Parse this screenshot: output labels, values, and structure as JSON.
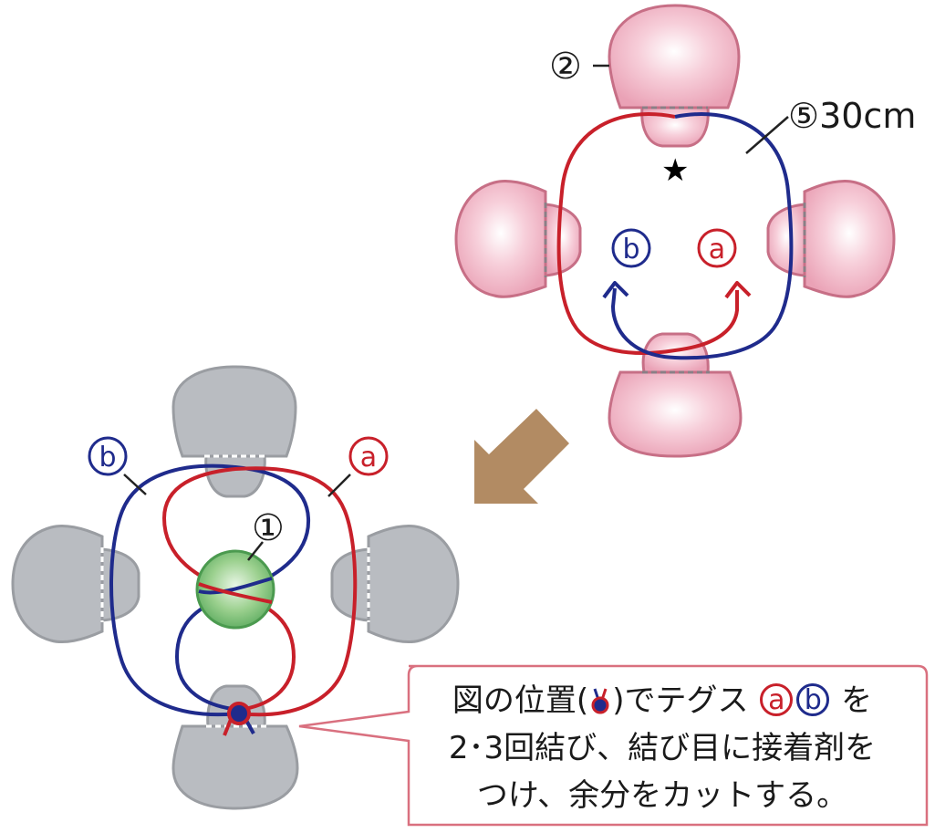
{
  "labels": {
    "bead2": "②",
    "tegusu": "⑤30cm",
    "star": "★",
    "a": "a",
    "b": "b",
    "bead1": "①"
  },
  "callout": {
    "line1_pre": "図の位置(",
    "line1_mid": ")でテグス",
    "line1_post": "を",
    "line2": "2･3回結び、結び目に接着剤を",
    "line3": "つけ、余分をカットする。"
  },
  "colors": {
    "strand_a": "#c8202a",
    "strand_b": "#1f2b8c",
    "petal_pink": "#f2b6c6",
    "petal_gray": "#b9bcc1",
    "center_bead": "#5aaa5e",
    "arrow": "#b28b63"
  }
}
